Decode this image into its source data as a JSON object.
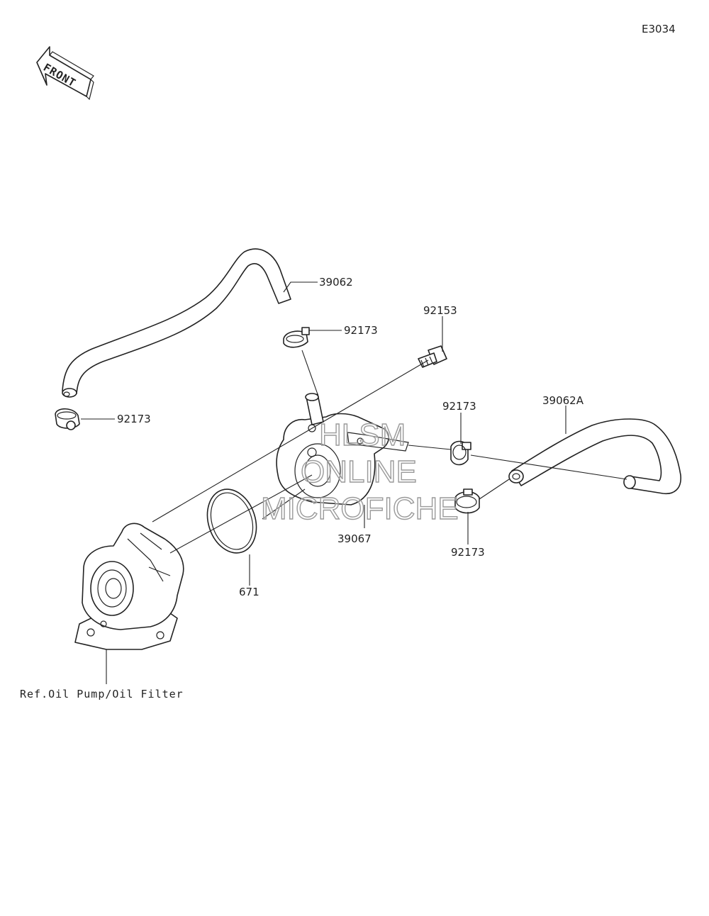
{
  "diagram_code": "E3034",
  "front_arrow_label": "FRONT",
  "watermark": {
    "line1": "HLSM",
    "line2": "ONLINE",
    "line3": "MICROFICHE"
  },
  "parts": [
    {
      "number": "39062",
      "name": "hose-upper"
    },
    {
      "number": "92173",
      "name": "clamp-upper"
    },
    {
      "number": "92173",
      "name": "clamp-left"
    },
    {
      "number": "92153",
      "name": "bolt"
    },
    {
      "number": "92173",
      "name": "clamp-right-upper"
    },
    {
      "number": "39062A",
      "name": "hose-right"
    },
    {
      "number": "39067",
      "name": "oil-cooler"
    },
    {
      "number": "92173",
      "name": "clamp-right-lower"
    },
    {
      "number": "671",
      "name": "o-ring"
    }
  ],
  "reference_label": "Ref.Oil Pump/Oil Filter"
}
